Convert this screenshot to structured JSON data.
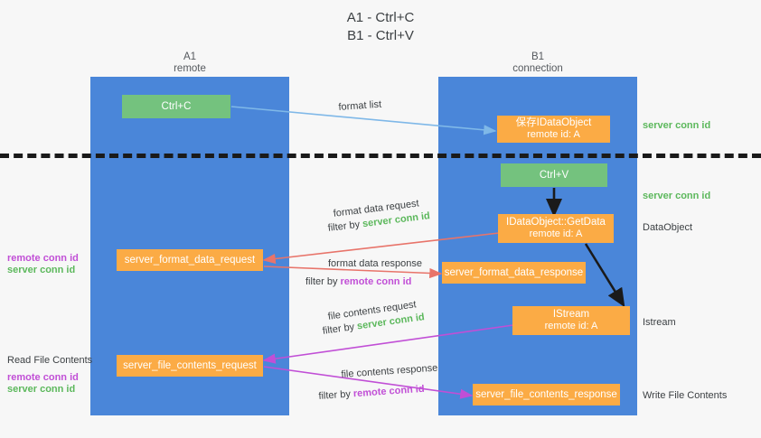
{
  "title": {
    "line1": "A1 - Ctrl+C",
    "line2": "B1 - Ctrl+V"
  },
  "columns": [
    {
      "name": "A1",
      "sub": "remote"
    },
    {
      "name": "B1",
      "sub": "connection"
    }
  ],
  "boxes": {
    "ctrl_c": {
      "line1": "Ctrl+C"
    },
    "save_dataobject": {
      "line1": "保存IDataObject",
      "line2": "remote id: A"
    },
    "ctrl_v": {
      "line1": "Ctrl+V"
    },
    "getdata": {
      "line1": "IDataObject::GetData",
      "line2": "remote id: A"
    },
    "istream": {
      "line1": "IStream",
      "line2": "remote id: A"
    },
    "server_format_data_request": {
      "line1": "server_format_data_request"
    },
    "server_format_data_response": {
      "line1": "server_format_data_response"
    },
    "server_file_contents_request": {
      "line1": "server_file_contents_request"
    },
    "server_file_contents_response": {
      "line1": "server_file_contents_response"
    }
  },
  "arrow_labels": {
    "format_list": "format list",
    "format_data_request": "format data request",
    "format_data_response": "format data response",
    "file_contents_request": "file contents request",
    "file_contents_response": "file contents response",
    "filter_by": "filter by ",
    "server_conn_id": "server conn id",
    "remote_conn_id": "remote conn id"
  },
  "side_labels": {
    "server_conn_id_top": "server conn id",
    "server_conn_id_mid": "server conn id",
    "dataobject": "DataObject",
    "istream": "Istream",
    "write_file_contents": "Write File Contents",
    "read_file_contents": "Read File Contents",
    "remote_conn_id": "remote conn id",
    "server_conn_id": "server conn id"
  },
  "colors": {
    "lane": "#4a86d9",
    "green_box": "#74c27e",
    "orange_box": "#fbab45",
    "green_text": "#5cb85c",
    "magenta_text": "#c14fd6",
    "arrow_blue": "#7fb8e8",
    "arrow_red": "#e8746a",
    "arrow_magenta": "#c14fd6",
    "arrow_black": "#1a1a1a",
    "background": "#f7f7f7"
  }
}
